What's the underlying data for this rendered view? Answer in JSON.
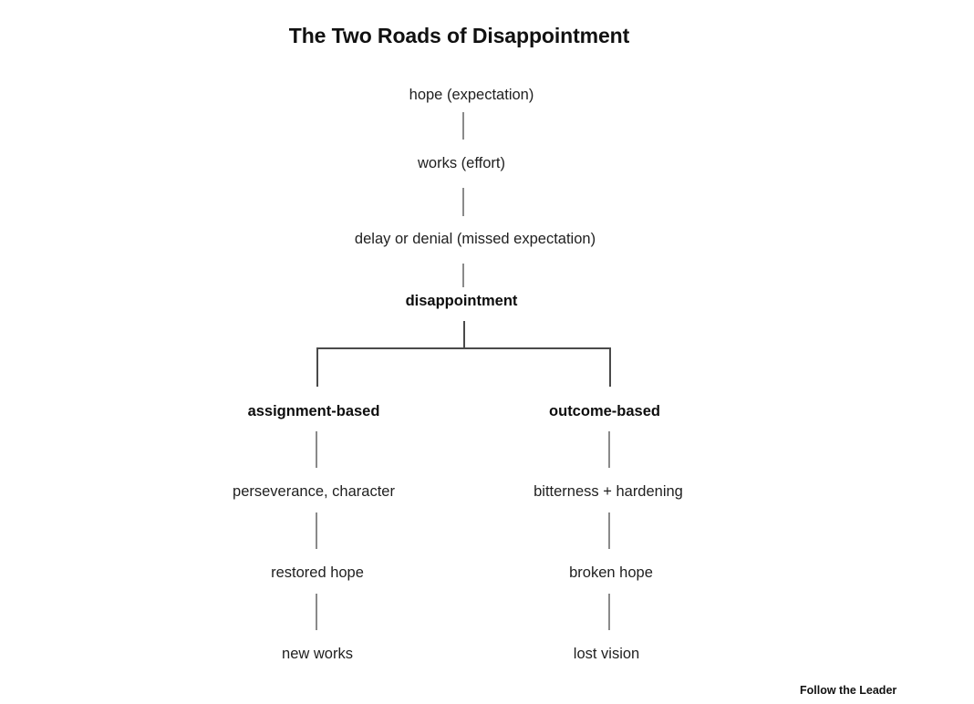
{
  "page": {
    "background_color": "#ffffff",
    "title": "The Two Roads of Disappointment"
  },
  "chart_data": {
    "type": "diagram",
    "diagram_kind": "vertical-tree-flowchart",
    "title": "The Two Roads of Disappointment",
    "trunk": [
      {
        "id": "hope",
        "label": "hope (expectation)",
        "bold": false
      },
      {
        "id": "works",
        "label": "works (effort)",
        "bold": false
      },
      {
        "id": "delay",
        "label": "delay or denial (missed expectation)",
        "bold": false
      },
      {
        "id": "disappointment",
        "label": "disappointment",
        "bold": true
      }
    ],
    "branches": [
      {
        "id": "left-branch",
        "heading": "assignment-based",
        "heading_bold": true,
        "steps": [
          "perseverance, character",
          "restored hope",
          "new works"
        ]
      },
      {
        "id": "right-branch",
        "heading": "outcome-based",
        "heading_bold": true,
        "steps": [
          "bitterness + hardening",
          "broken hope",
          "lost vision"
        ]
      }
    ],
    "connector_color": "#8a8a8a",
    "fork_color": "#4a4a4a"
  },
  "nodes": {
    "hope": "hope (expectation)",
    "works": "works (effort)",
    "delay": "delay or denial (missed expectation)",
    "disappointment": "disappointment",
    "assignment_based": "assignment-based",
    "perseverance": "perseverance, character",
    "restored_hope": "restored hope",
    "new_works": "new works",
    "outcome_based": "outcome-based",
    "bitterness": "bitterness + hardening",
    "broken_hope": "broken hope",
    "lost_vision": "lost vision"
  },
  "footer": {
    "note": "Follow the Leader"
  }
}
